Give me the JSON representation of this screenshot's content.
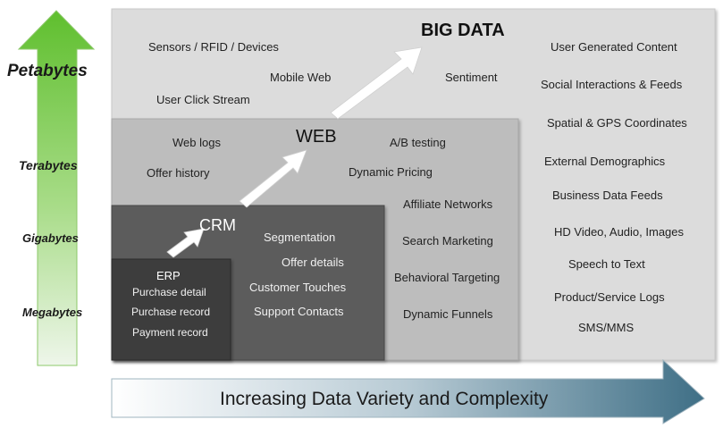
{
  "diagram": {
    "y_axis": {
      "labels": [
        "Petabytes",
        "Terabytes",
        "Gigabytes",
        "Megabytes"
      ]
    },
    "x_axis": {
      "label": "Increasing Data Variety and Complexity"
    },
    "layers": {
      "big_data": {
        "title": "BIG DATA",
        "items": [
          "Sensors / RFID / Devices",
          "Mobile Web",
          "User Click Stream",
          "Sentiment"
        ],
        "right_items": [
          "User Generated Content",
          "Social Interactions & Feeds",
          "Spatial & GPS Coordinates",
          "External Demographics",
          "Business Data Feeds",
          "HD Video, Audio, Images",
          "Speech to Text",
          "Product/Service Logs",
          "SMS/MMS"
        ]
      },
      "web": {
        "title": "WEB",
        "items": [
          "Web logs",
          "Offer history",
          "A/B testing",
          "Dynamic Pricing"
        ],
        "right_items": [
          "Affiliate Networks",
          "Search Marketing",
          "Behavioral Targeting",
          "Dynamic Funnels"
        ]
      },
      "crm": {
        "title": "CRM",
        "items": [
          "Segmentation",
          "Offer details",
          "Customer Touches",
          "Support Contacts"
        ]
      },
      "erp": {
        "title": "ERP",
        "items": [
          "Purchase detail",
          "Purchase record",
          "Payment record"
        ]
      }
    },
    "colors": {
      "big_data_bg": "#dcdcdc",
      "web_bg": "#bdbdbd",
      "crm_bg": "#5c5c5c",
      "erp_bg": "#3c3c3c",
      "green_arrow_top": "#5fbf2e",
      "green_arrow_bottom": "#eef6ea",
      "blue_arrow_left": "#ffffff",
      "blue_arrow_right": "#3f6f86"
    }
  }
}
